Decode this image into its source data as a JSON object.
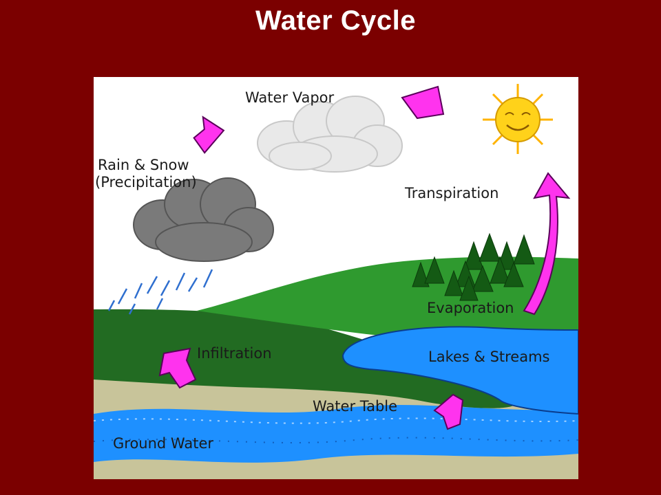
{
  "slide": {
    "title": "Water Cycle"
  },
  "diagram": {
    "labels": {
      "water_vapor": "Water Vapor",
      "rain_snow_line1": "Rain & Snow",
      "rain_snow_line2": "(Precipitation)",
      "transpiration": "Transpiration",
      "evaporation": "Evaporation",
      "infiltration": "Infiltration",
      "lakes_streams": "Lakes & Streams",
      "water_table": "Water Table",
      "ground_water": "Ground Water"
    },
    "colors": {
      "background": "#7b0000",
      "arrow": "#ff33ee",
      "water": "#1e90ff",
      "grass_light": "#2e8b2e",
      "grass_dark": "#206020",
      "soil": "#c8c49a",
      "cloud_light": "#e8e8e8",
      "cloud_dark": "#777777",
      "sun": "#ffd21a"
    }
  }
}
